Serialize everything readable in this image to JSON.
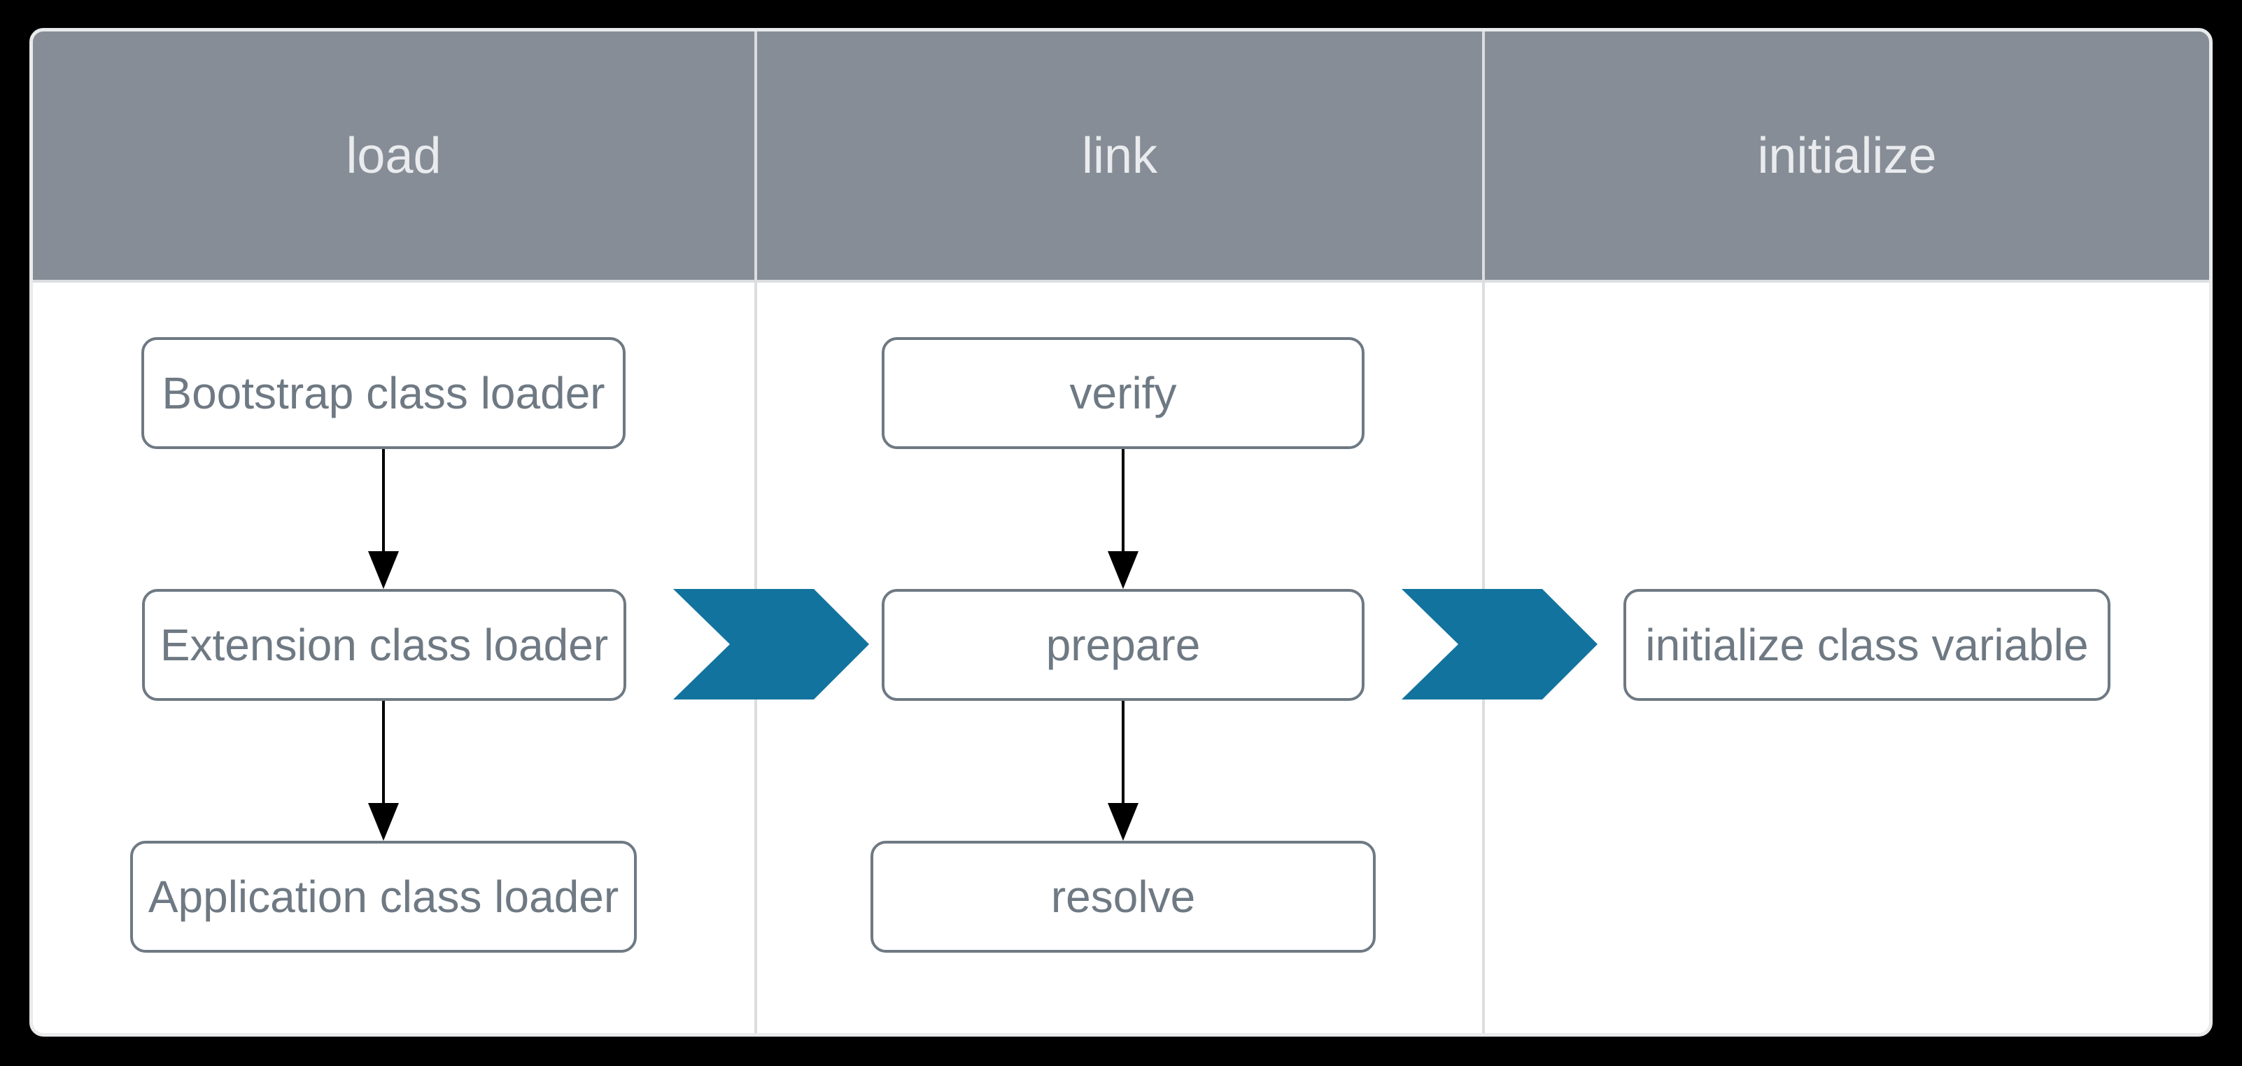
{
  "diagram": {
    "phases": [
      {
        "label": "load",
        "boxes": [
          "Bootstrap class loader",
          "Extension class loader",
          "Application class loader"
        ]
      },
      {
        "label": "link",
        "boxes": [
          "verify",
          "prepare",
          "resolve"
        ]
      },
      {
        "label": "initialize",
        "boxes": [
          "initialize class variable"
        ]
      }
    ],
    "colors": {
      "canvas_bg": "#000000",
      "frame_border": "#e9eaeb",
      "grid_line": "#dcdddf",
      "header_bg": "#868d96",
      "header_text": "#e9ebee",
      "node_bg": "#ffffff",
      "node_border": "#6e7983",
      "node_text": "#6e7983",
      "arrow": "#000000",
      "chevron": "#12739e"
    }
  }
}
